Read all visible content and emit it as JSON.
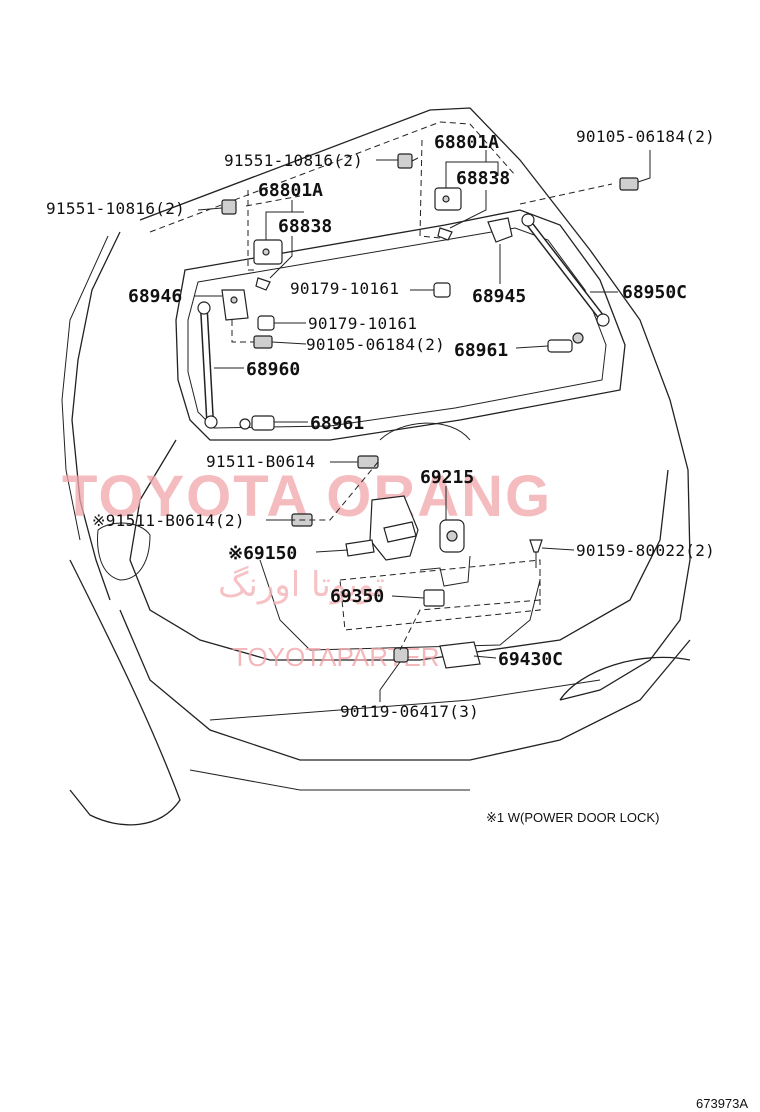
{
  "watermarks": {
    "main": "TOYOTA ORANG",
    "arabic": "تويوتا اورنگ",
    "site": "TOYOTAPARTER"
  },
  "parts": {
    "p_68801a_right": "68801A",
    "p_68838_right": "68838",
    "p_90105_06184_top": "90105-06184(2)",
    "p_91551_10816_right": "91551-10816(2)",
    "p_91551_10816_left": "91551-10816(2)",
    "p_68801a_left": "68801A",
    "p_68838_left": "68838",
    "p_90179_10161_right": "90179-10161",
    "p_68945": "68945",
    "p_68950c": "68950C",
    "p_68946": "68946",
    "p_90179_10161_left": "90179-10161",
    "p_90105_06184_left": "90105-06184(2)",
    "p_68961_right": "68961",
    "p_68960": "68960",
    "p_68961_left": "68961",
    "p_91511_b0614": "91511-B0614",
    "p_69215": "69215",
    "p_91511_b0614_note": "※91511-B0614(2)",
    "p_69150": "※69150",
    "p_90159_80022": "90159-80022(2)",
    "p_69350": "69350",
    "p_69430c": "69430C",
    "p_90119_06417": "90119-06417(3)"
  },
  "note": "※1 W(POWER DOOR LOCK)",
  "diagram_code": "673973A"
}
